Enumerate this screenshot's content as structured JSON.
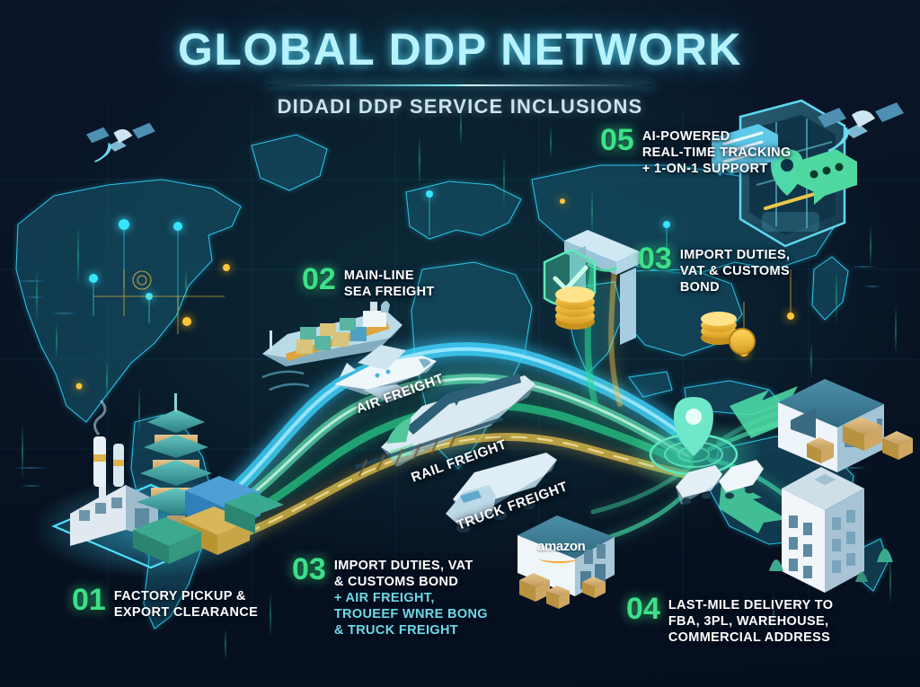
{
  "header": {
    "title": "GLOBAL DDP NETWORK",
    "subtitle": "DIDADI DDP SERVICE INCLUSIONS"
  },
  "colors": {
    "background": "#0a1628",
    "title_cyan": "#b7f2ff",
    "accent_green": "#3ce08a",
    "sub_blue": "#6fd8e8",
    "sea_route": "#3fd3ff",
    "air_route": "#5fe3b4",
    "rail_route": "#2bd98f",
    "truck_route": "#e8c34a",
    "map_outline": "#29c6e8",
    "label_white": "#ffffff"
  },
  "callouts": [
    {
      "id": "01",
      "number": "01",
      "lines": [
        "FACTORY PICKUP &",
        "EXPORT CLEARANCE"
      ],
      "sub_lines": []
    },
    {
      "id": "02",
      "number": "02",
      "lines": [
        "MAIN-LINE",
        "SEA FREIGHT"
      ],
      "sub_lines": []
    },
    {
      "id": "03r",
      "number": "03",
      "lines": [
        "IMPORT DUTIES,",
        "VAT & CUSTOMS",
        "BOND"
      ],
      "sub_lines": []
    },
    {
      "id": "03b",
      "number": "03",
      "lines": [
        "IMPORT DUTIES, VAT",
        "& CUSTOMS BOND"
      ],
      "sub_lines": [
        "+ AIR  FREIGHT,",
        "TROUEEF WNRE BONG",
        "& TRUCK FREIGHT"
      ]
    },
    {
      "id": "04",
      "number": "04",
      "lines": [
        "LAST-MILE DELIVERY TO",
        "FBA, 3PL, WAREHOUSE,",
        "COMMERCIAL ADDRESS"
      ],
      "sub_lines": []
    },
    {
      "id": "05",
      "number": "05",
      "lines": [
        "AI-POWERED",
        "REAL-TIME TRACKING",
        "+ 1-ON-1 SUPPORT"
      ],
      "sub_lines": []
    }
  ],
  "route_labels": {
    "air": "AIR FREIGHT",
    "rail": "RAIL FREIGHT",
    "truck": "TRUCK FREIGHT"
  },
  "scene": {
    "amazon_wordmark": "amazon",
    "icons": [
      "satellite-icon",
      "smartphone-tracking-icon",
      "map-pin-icon",
      "chat-bubble-icon",
      "shield-check-icon",
      "coin-stack-icon",
      "customs-gate-icon",
      "factory-icon",
      "pagoda-icon",
      "shipping-container-icon",
      "container-ship-icon",
      "airplane-icon",
      "train-icon",
      "truck-icon",
      "delivery-van-icon",
      "warehouse-icon",
      "office-building-icon",
      "parcel-box-icon",
      "distribution-hub-icon",
      "arrow-right-icon",
      "tree-icon"
    ]
  }
}
